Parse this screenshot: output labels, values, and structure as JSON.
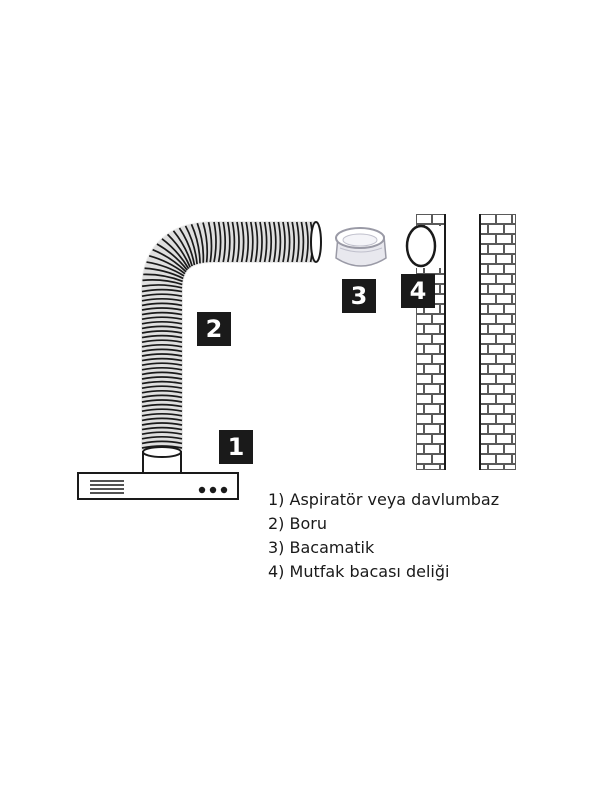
{
  "markers": {
    "hood": "1",
    "pipe": "2",
    "adapter": "3",
    "chimney": "4"
  },
  "legend": [
    "1) Aspiratör veya davlumbaz",
    "2) Boru",
    "3) Bacamatik",
    "4) Mutfak bacası deliği"
  ],
  "colors": {
    "ink": "#1a1a1a",
    "brick_mortar": "#5a5a5a",
    "adapter_ring": "#c9c9d4",
    "background": "#ffffff"
  }
}
